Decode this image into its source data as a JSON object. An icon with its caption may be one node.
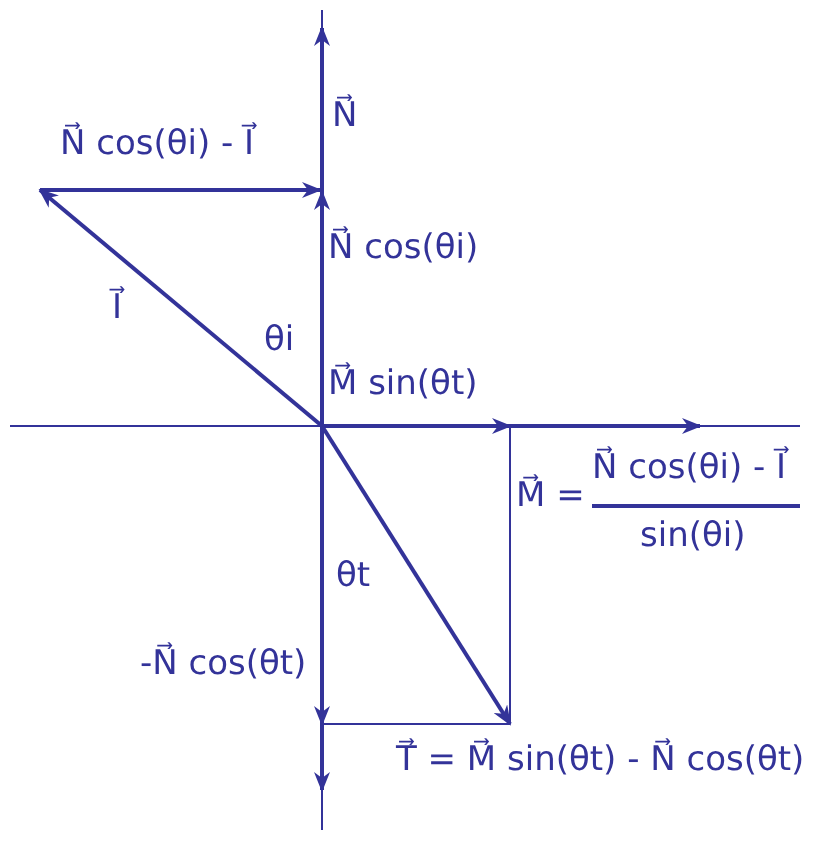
{
  "diagram": {
    "labels": [
      "N⃗",
      "N⃗ cos(θi) - I⃗",
      "N⃗ cos(θi)",
      "I⃗",
      "θi",
      "M⃗ sin(θt)",
      "M⃗ =",
      "N⃗ cos(θi) - I⃗",
      "sin(θi)",
      "θt",
      "-N⃗ cos(θt)",
      "T⃗ = M⃗ sin(θt) - N⃗ cos(θt)"
    ]
  }
}
